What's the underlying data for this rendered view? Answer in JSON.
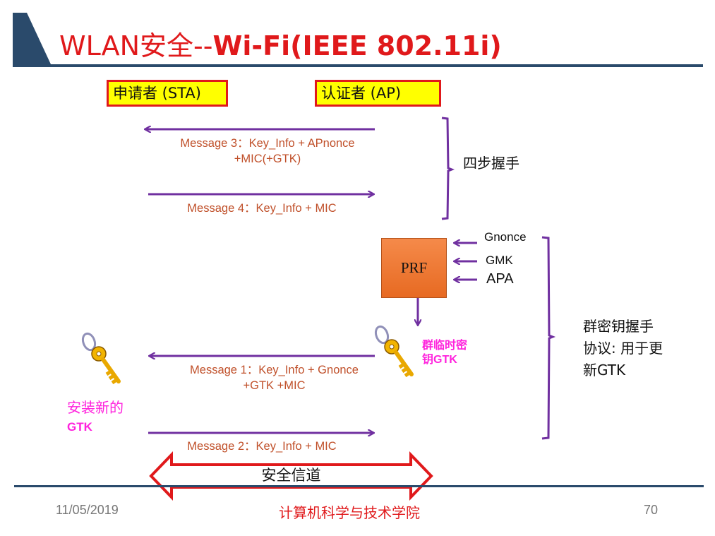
{
  "title": {
    "plain": "WLAN安全--",
    "bold": "Wi-Fi(IEEE 802.11i)"
  },
  "parties": {
    "supplicant": "申请者 (STA)",
    "authenticator": "认证者 (AP)"
  },
  "four_way": {
    "msg3_line1": "Message 3：Key_Info + APnonce",
    "msg3_line2": "+MIC(+GTK)",
    "msg4": "Message 4：Key_Info + MIC",
    "label": "四步握手"
  },
  "prf": {
    "label": "PRF",
    "inputs": [
      "Gnonce",
      "GMK",
      "APA"
    ]
  },
  "group_key": {
    "gtk_label_line1": "群临时密",
    "gtk_label_line2": "钥GTK",
    "msg1_line1": "Message 1：Key_Info + Gnonce",
    "msg1_line2": "+GTK +MIC",
    "msg2": "Message 2：Key_Info + MIC",
    "install_line1": "安装新的",
    "install_line2": "GTK",
    "brace_label_line1": "群密钥握手",
    "brace_label_line2": "协议: 用于更",
    "brace_label_line3": "新GTK"
  },
  "secure_channel": "安全信道",
  "footer": {
    "date": "11/05/2019",
    "center": "计算机科学与技术学院",
    "page": "70"
  },
  "colors": {
    "title_red": "#e0191b",
    "arrow_purple": "#7030a0",
    "message_orange": "#c0502a",
    "magenta": "#ff22dd",
    "rule_navy": "#2a4a6b",
    "box_yellow": "#ffff00",
    "prf_orange": "#f07b34"
  },
  "icons": [
    "key-icon",
    "key-icon"
  ]
}
